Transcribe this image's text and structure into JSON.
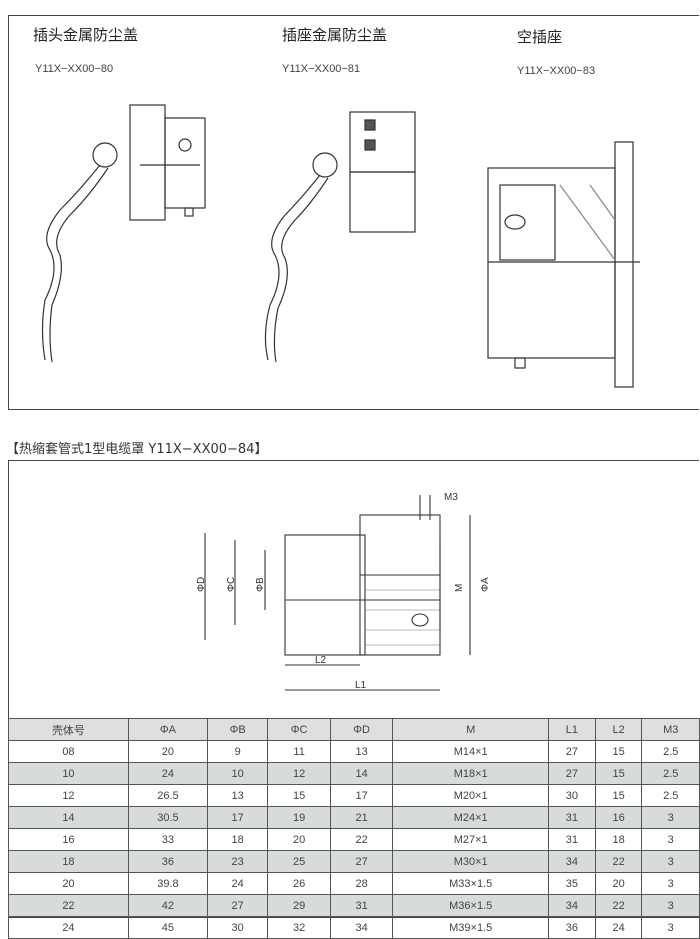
{
  "products": [
    {
      "title": "插头金属防尘盖",
      "code": "Y11X−XX00−80"
    },
    {
      "title": "插座金属防尘盖",
      "code": "Y11X−XX00−81"
    },
    {
      "title": "空插座",
      "code": "Y11X−XX00−83"
    }
  ],
  "section_title": "【热缩套管式1型电缆罩 Y11X−XX00−84】",
  "drawing_labels": {
    "m3": "M3",
    "d": "ΦD",
    "c": "ΦC",
    "b": "ΦB",
    "m": "M",
    "a": "ΦA",
    "l2": "L2",
    "l1": "L1"
  },
  "table": {
    "headers": [
      "壳体号",
      "ΦA",
      "ΦB",
      "ΦC",
      "ΦD",
      "M",
      "L1",
      "L2",
      "M3"
    ],
    "rows": [
      [
        "08",
        "20",
        "9",
        "11",
        "13",
        "M14×1",
        "27",
        "15",
        "2.5"
      ],
      [
        "10",
        "24",
        "10",
        "12",
        "14",
        "M18×1",
        "27",
        "15",
        "2.5"
      ],
      [
        "12",
        "26.5",
        "13",
        "15",
        "17",
        "M20×1",
        "30",
        "15",
        "2.5"
      ],
      [
        "14",
        "30.5",
        "17",
        "19",
        "21",
        "M24×1",
        "31",
        "16",
        "3"
      ],
      [
        "16",
        "33",
        "18",
        "20",
        "22",
        "M27×1",
        "31",
        "18",
        "3"
      ],
      [
        "18",
        "36",
        "23",
        "25",
        "27",
        "M30×1",
        "34",
        "22",
        "3"
      ],
      [
        "20",
        "39.8",
        "24",
        "26",
        "28",
        "M33×1.5",
        "35",
        "20",
        "3"
      ],
      [
        "22",
        "42",
        "27",
        "29",
        "31",
        "M36×1.5",
        "34",
        "22",
        "3"
      ],
      [
        "24",
        "45",
        "30",
        "32",
        "34",
        "M39×1.5",
        "36",
        "24",
        "3"
      ]
    ]
  }
}
